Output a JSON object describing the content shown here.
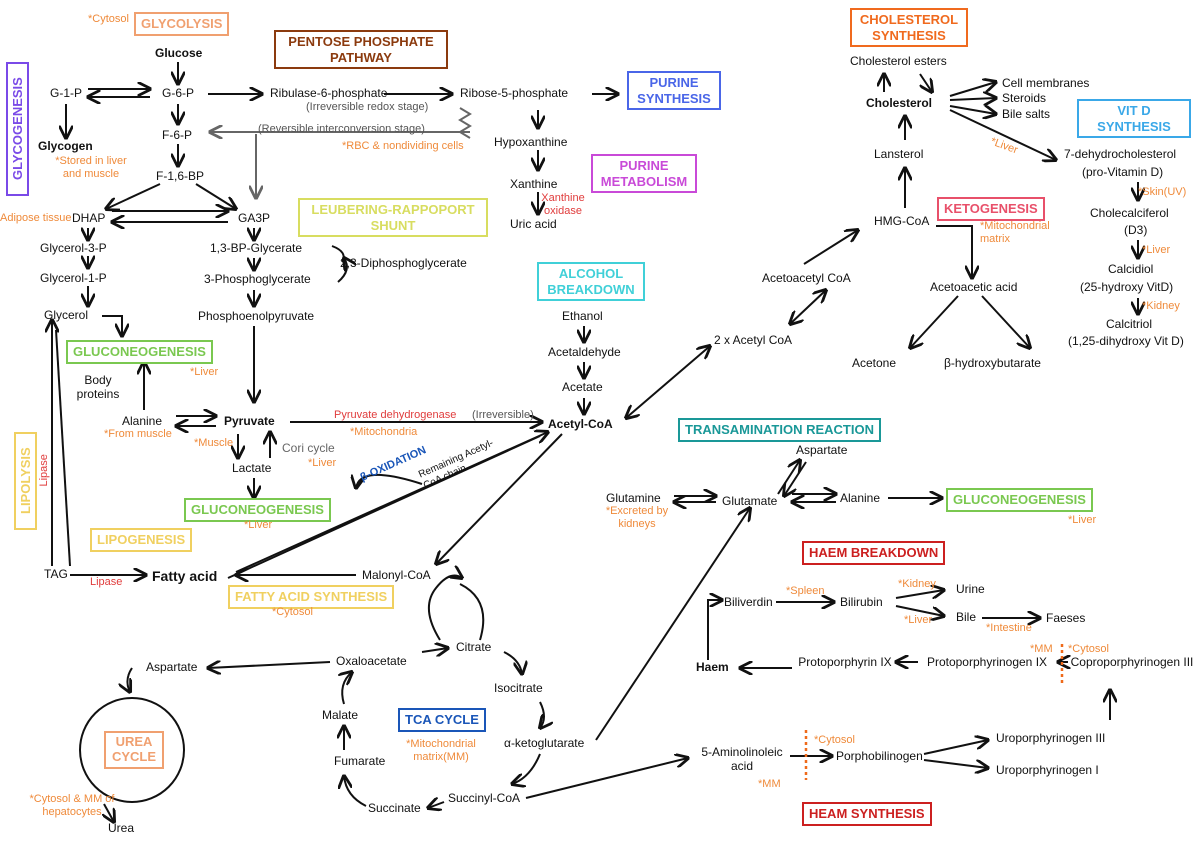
{
  "boxes": {
    "glycolysis": {
      "label": "GLYCOLYSIS",
      "color": "#f0a070"
    },
    "pentose": {
      "label": "PENTOSE PHOSPHATE PATHWAY",
      "color": "#8b3a0e"
    },
    "purine_synth": {
      "label": "PURINE SYNTHESIS",
      "color": "#4a66e8"
    },
    "cholesterol_synth": {
      "label": "CHOLESTEROL SYNTHESIS",
      "color": "#f06a1e"
    },
    "vitd": {
      "label": "VIT D SYNTHESIS",
      "color": "#3aa8e8"
    },
    "glycogenesis": {
      "label": "GLYCOGENESIS",
      "color": "#7a4ae8"
    },
    "purine_metab": {
      "label": "PURINE METABOLISM",
      "color": "#c94ad8"
    },
    "leubering": {
      "label": "LEUBERING-RAPPOPORT SHUNT",
      "color": "#d8dd60"
    },
    "ketogenesis": {
      "label": "KETOGENESIS",
      "color": "#e8506a"
    },
    "alcohol": {
      "label": "ALCOHOL BREAKDOWN",
      "color": "#40d0d8"
    },
    "gluconeo1": {
      "label": "GLUCONEOGENESIS",
      "color": "#7ac850"
    },
    "transamination": {
      "label": "TRANSAMINATION REACTION",
      "color": "#1a9898"
    },
    "gluconeo2": {
      "label": "GLUCONEOGENESIS",
      "color": "#7ac850"
    },
    "gluconeo3": {
      "label": "GLUCONEOGENESIS",
      "color": "#7ac850"
    },
    "lipolysis": {
      "label": "LIPOLYSIS",
      "color": "#f0d060"
    },
    "lipogenesis": {
      "label": "LIPOGENESIS",
      "color": "#f0d060"
    },
    "fa_synth": {
      "label": "FATTY ACID SYNTHESIS",
      "color": "#f0d060"
    },
    "haem_breakdown": {
      "label": "HAEM BREAKDOWN",
      "color": "#cc2020"
    },
    "tca": {
      "label": "TCA CYCLE",
      "color": "#1a56b8"
    },
    "urea": {
      "label": "UREA CYCLE",
      "color": "#f0a070"
    },
    "heam_synth": {
      "label": "HEAM SYNTHESIS",
      "color": "#cc2020"
    },
    "beta_ox": {
      "label": "β-OXIDATION",
      "color": "#1a56b8"
    }
  },
  "nodes": {
    "glucose": "Glucose",
    "g1p": "G-1-P",
    "g6p": "G-6-P",
    "glycogen": "Glycogen",
    "f6p": "F-6-P",
    "f16bp": "F-1,6-BP",
    "dhap": "DHAP",
    "ga3p": "GA3P",
    "glycerol3p": "Glycerol-3-P",
    "glycerol1p": "Glycerol-1-P",
    "bpg13": "1,3-BP-Glycerate",
    "pg3": "3-Phosphoglycerate",
    "dpg23": "2,3-Diphosphoglycerate",
    "pep": "Phosphoenolpyruvate",
    "glycerol": "Glycerol",
    "body_proteins": "Body proteins",
    "alanine": "Alanine",
    "pyruvate": "Pyruvate",
    "lactate": "Lactate",
    "cori": "Cori cycle",
    "tag": "TAG",
    "fatty_acid": "Fatty acid",
    "malonyl": "Malonyl-CoA",
    "ribulase": "Ribulase-6-phosphate",
    "ribose": "Ribose-5-phosphate",
    "hypoxanthine": "Hypoxanthine",
    "xanthine": "Xanthine",
    "uric_acid": "Uric acid",
    "ethanol": "Ethanol",
    "acetaldehyde": "Acetaldehyde",
    "acetate": "Acetate",
    "acetyl_coa": "Acetyl-CoA",
    "acetyl2": "2 x Acetyl CoA",
    "acetoacetyl": "Acetoacetyl CoA",
    "hmg": "HMG-CoA",
    "lansterol": "Lansterol",
    "cholesterol": "Cholesterol",
    "chol_esters": "Cholesterol esters",
    "cell_membranes": "Cell membranes",
    "steroids": "Steroids",
    "bile_salts": "Bile salts",
    "dehydro": "7-dehydrocholesterol",
    "provitd": "(pro-Vitamin D)",
    "cholecalciferol": "Cholecalciferol",
    "d3": "(D3)",
    "calcidiol": "Calcidiol",
    "hydroxy25": "(25-hydroxy VitD)",
    "calcitriol": "Calcitriol",
    "dihydroxy": "(1,25-dihydroxy Vit D)",
    "acetoacetic": "Acetoacetic acid",
    "acetone": "Acetone",
    "bhb": "β-hydroxybutarate",
    "aspartate_t": "Aspartate",
    "glutamine": "Glutamine",
    "glutamate": "Glutamate",
    "alanine_t": "Alanine",
    "biliverdin": "Biliverdin",
    "bilirubin": "Bilirubin",
    "urine": "Urine",
    "bile": "Bile",
    "faeses": "Faeses",
    "haem": "Haem",
    "protoporphyrin": "Protoporphyrin IX",
    "protoporphyrinogen": "Protoporphyrinogen IX",
    "coproporphyrinogen": "Coproporphyrinogen III",
    "uro3": "Uroporphyrinogen III",
    "uro1": "Uroporphyrinogen I",
    "ala": "5-Aminolinoleic acid",
    "porphobilinogen": "Porphobilinogen",
    "oxaloacetate": "Oxaloacetate",
    "citrate": "Citrate",
    "isocitrate": "Isocitrate",
    "akg": "α-ketoglutarate",
    "succinyl": "Succinyl-CoA",
    "succinate": "Succinate",
    "fumarate": "Fumarate",
    "malate": "Malate",
    "aspartate_u": "Aspartate",
    "urea": "Urea"
  },
  "notes": {
    "cytosol1": "*Cytosol",
    "stored": "*Stored in liver and muscle",
    "adipose": "Adipose tissue",
    "rbc": "*RBC & nondividing cells",
    "irrev_redox": "(Irreversible redox stage)",
    "rev_inter": "(Reversible interconversion stage)",
    "xanthine_ox": "Xanthine oxidase",
    "liver_g1": "*Liver",
    "from_muscle": "*From muscle",
    "muscle": "*Muscle",
    "liver_cori": "*Liver",
    "liver_g2": "*Liver",
    "pdh": "Pyruvate dehydrogenase",
    "irrev": "(Irreversible)",
    "mito": "*Mitochondria",
    "remaining": "Remaining Acetyl-CoA chain",
    "lipase_v": "Lipase",
    "lipase_h": "Lipase",
    "cytosol_fa": "*Cytosol",
    "liver_chol": "*Liver",
    "mito_matrix": "*Mitochondrial matrix",
    "skin": "*Skin(UV)",
    "liver_vd": "*Liver",
    "kidney_vd": "*Kidney",
    "excreted": "*Excreted by kidneys",
    "liver_g3": "*Liver",
    "spleen": "*Spleen",
    "kidney_h": "*Kidney",
    "liver_h": "*Liver",
    "intestine": "*Intestine",
    "mm_h": "*MM",
    "cytosol_h": "*Cytosol",
    "cytosol_s": "*Cytosol",
    "mm_s": "*MM",
    "tca_loc": "*Mitochondrial matrix(MM)",
    "urea_loc": "*Cytosol & MM of hepatocytes"
  }
}
